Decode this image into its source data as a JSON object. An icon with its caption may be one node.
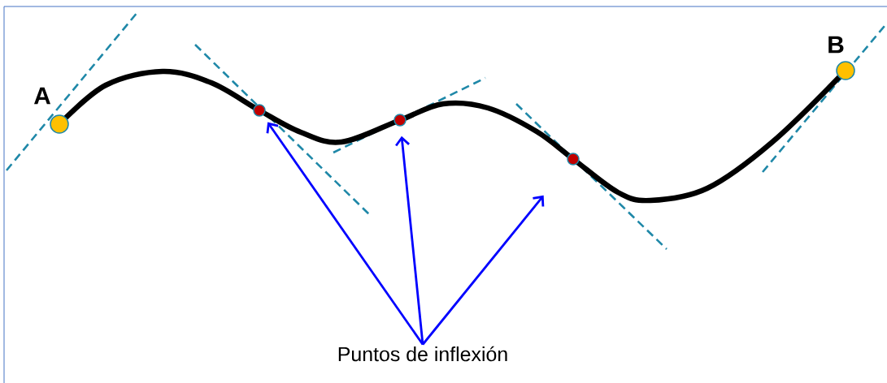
{
  "diagram": {
    "nodes": [
      {
        "text": [],
        "shape": "circle",
        "beside": [
          "A"
        ]
      },
      {
        "text": [],
        "shape": "circle"
      },
      {
        "text": [],
        "shape": "circle"
      },
      {
        "text": [],
        "shape": "circle"
      },
      {
        "text": [],
        "shape": "circle",
        "beside": [
          "B"
        ]
      },
      {
        "text": [
          "Puntos de inflexión"
        ]
      }
    ],
    "edges": [
      {
        "from": 5,
        "to": 1,
        "arrow": "to"
      },
      {
        "from": 5,
        "to": 2,
        "arrow": "to"
      },
      {
        "from": 5,
        "to": 3,
        "arrow": "to"
      }
    ]
  }
}
